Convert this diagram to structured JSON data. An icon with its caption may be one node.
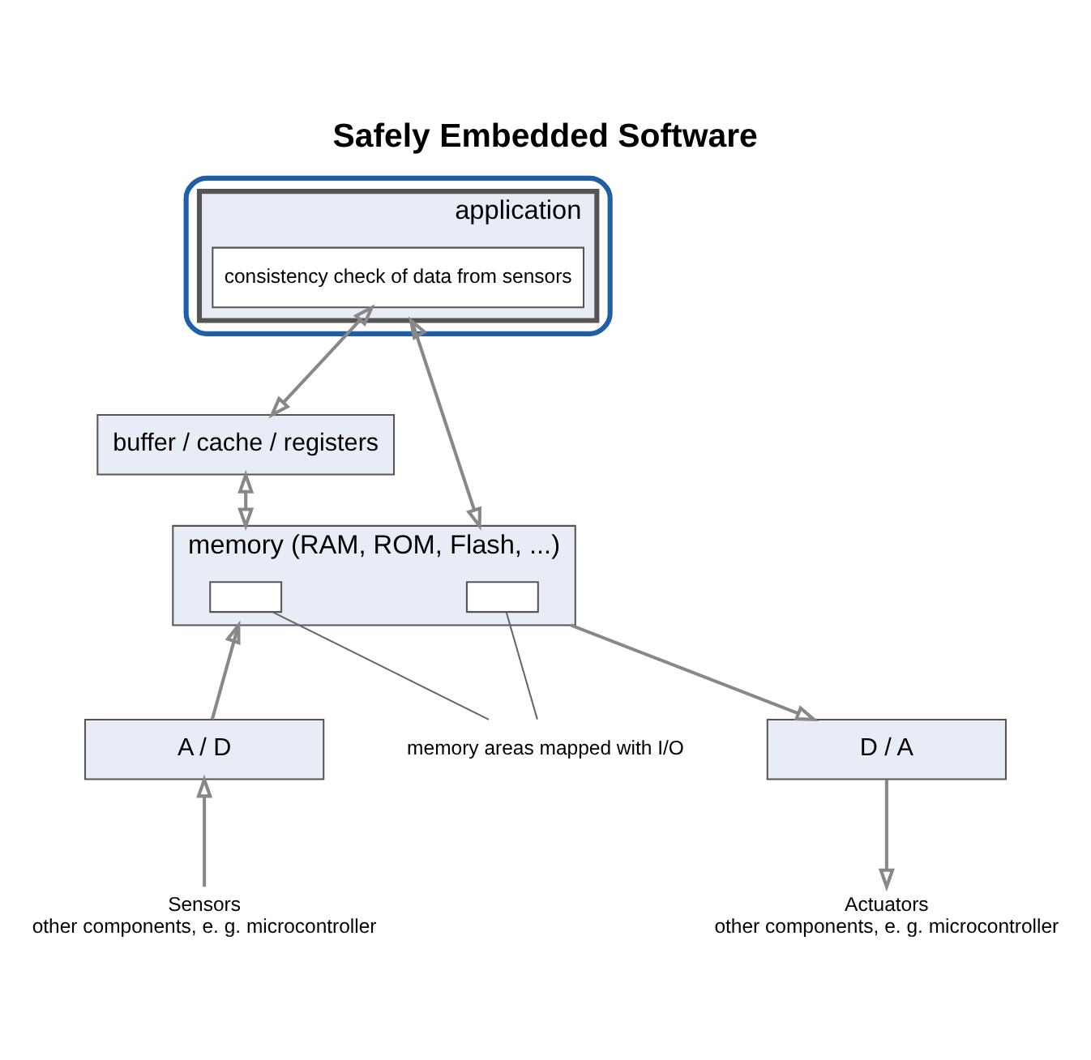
{
  "diagram": {
    "title": "Safely Embedded Software",
    "nodes": [
      {
        "text": [],
        "shape": "ellipse"
      },
      {
        "text": [
          "application"
        ],
        "in": 0
      },
      {
        "text": [
          "consistency check of data from sensors"
        ],
        "in": 1
      },
      {
        "text": [
          "buffer / cache / registers"
        ]
      },
      {
        "text": [
          "memory (RAM, ROM, Flash, ...)"
        ]
      },
      {
        "text": [],
        "shape": "box",
        "in": 4
      },
      {
        "text": [],
        "shape": "box",
        "in": 4
      },
      {
        "text": [
          "memory areas mapped with I/O"
        ]
      },
      {
        "text": [
          "A / D"
        ]
      },
      {
        "text": [
          "D / A"
        ]
      },
      {
        "text": [
          "Sensors",
          "other components, e. g. microcontroller"
        ]
      },
      {
        "text": [
          "Actuators",
          "other components, e. g. microcontroller"
        ]
      }
    ],
    "edges": [
      {
        "from": 2,
        "to": 3,
        "arrow": "both"
      },
      {
        "from": 3,
        "to": 4,
        "arrow": "both"
      },
      {
        "from": 1,
        "to": 4,
        "arrow": "both"
      },
      {
        "from": 8,
        "to": 4,
        "arrow": "to"
      },
      {
        "from": 4,
        "to": 9,
        "arrow": "to"
      },
      {
        "from": 10,
        "to": 8,
        "arrow": "to"
      },
      {
        "from": 9,
        "to": 11,
        "arrow": "to"
      },
      {
        "from": 7,
        "to": 5,
        "arrow": "none"
      },
      {
        "from": 7,
        "to": 6,
        "arrow": "none"
      }
    ]
  }
}
